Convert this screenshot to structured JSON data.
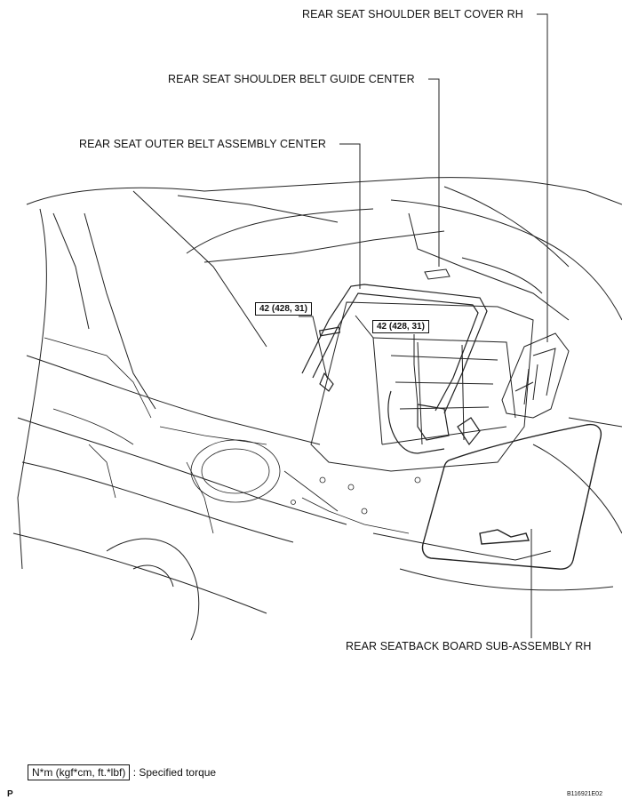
{
  "callouts": {
    "shoulder_belt_cover_rh": "REAR SEAT SHOULDER BELT COVER RH",
    "shoulder_belt_guide_center": "REAR SEAT SHOULDER BELT GUIDE CENTER",
    "outer_belt_assembly_center": "REAR SEAT OUTER BELT ASSEMBLY CENTER",
    "seatback_board_rh": "REAR SEATBACK BOARD SUB-ASSEMBLY RH"
  },
  "torque_specs": {
    "upper_anchor": "42 (428, 31)",
    "lower_anchor": "42 (428, 31)"
  },
  "legend": {
    "unit_box": "N*m (kgf*cm, ft.*lbf)",
    "description": ": Specified torque"
  },
  "footer": {
    "left_mark": "P",
    "figure_id": "B116921E02"
  }
}
